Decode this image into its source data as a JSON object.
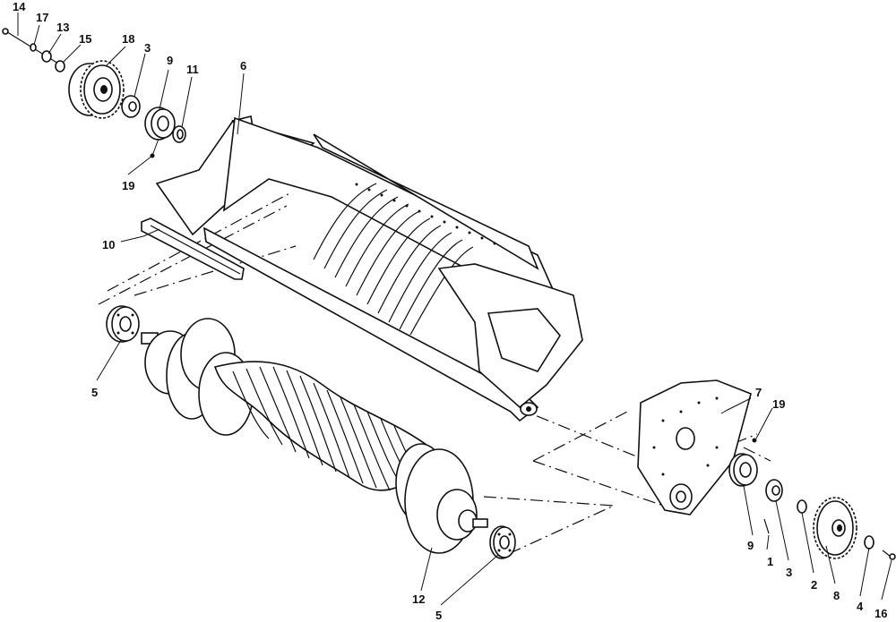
{
  "diagram": {
    "callouts": [
      {
        "id": "c14a",
        "label": "14"
      },
      {
        "id": "c17",
        "label": "17"
      },
      {
        "id": "c13",
        "label": "13"
      },
      {
        "id": "c15",
        "label": "15"
      },
      {
        "id": "c18",
        "label": "18"
      },
      {
        "id": "c3a",
        "label": "3"
      },
      {
        "id": "c9a",
        "label": "9"
      },
      {
        "id": "c11",
        "label": "11"
      },
      {
        "id": "c6",
        "label": "6"
      },
      {
        "id": "c19a",
        "label": "19"
      },
      {
        "id": "c10",
        "label": "10"
      },
      {
        "id": "c5a",
        "label": "5"
      },
      {
        "id": "c7",
        "label": "7"
      },
      {
        "id": "c19b",
        "label": "19"
      },
      {
        "id": "c9b",
        "label": "9"
      },
      {
        "id": "c1",
        "label": "1"
      },
      {
        "id": "c3b",
        "label": "3"
      },
      {
        "id": "c2",
        "label": "2"
      },
      {
        "id": "c8",
        "label": "8"
      },
      {
        "id": "c4",
        "label": "4"
      },
      {
        "id": "c16",
        "label": "16"
      },
      {
        "id": "c12",
        "label": "12"
      },
      {
        "id": "c5b",
        "label": "5"
      }
    ]
  }
}
